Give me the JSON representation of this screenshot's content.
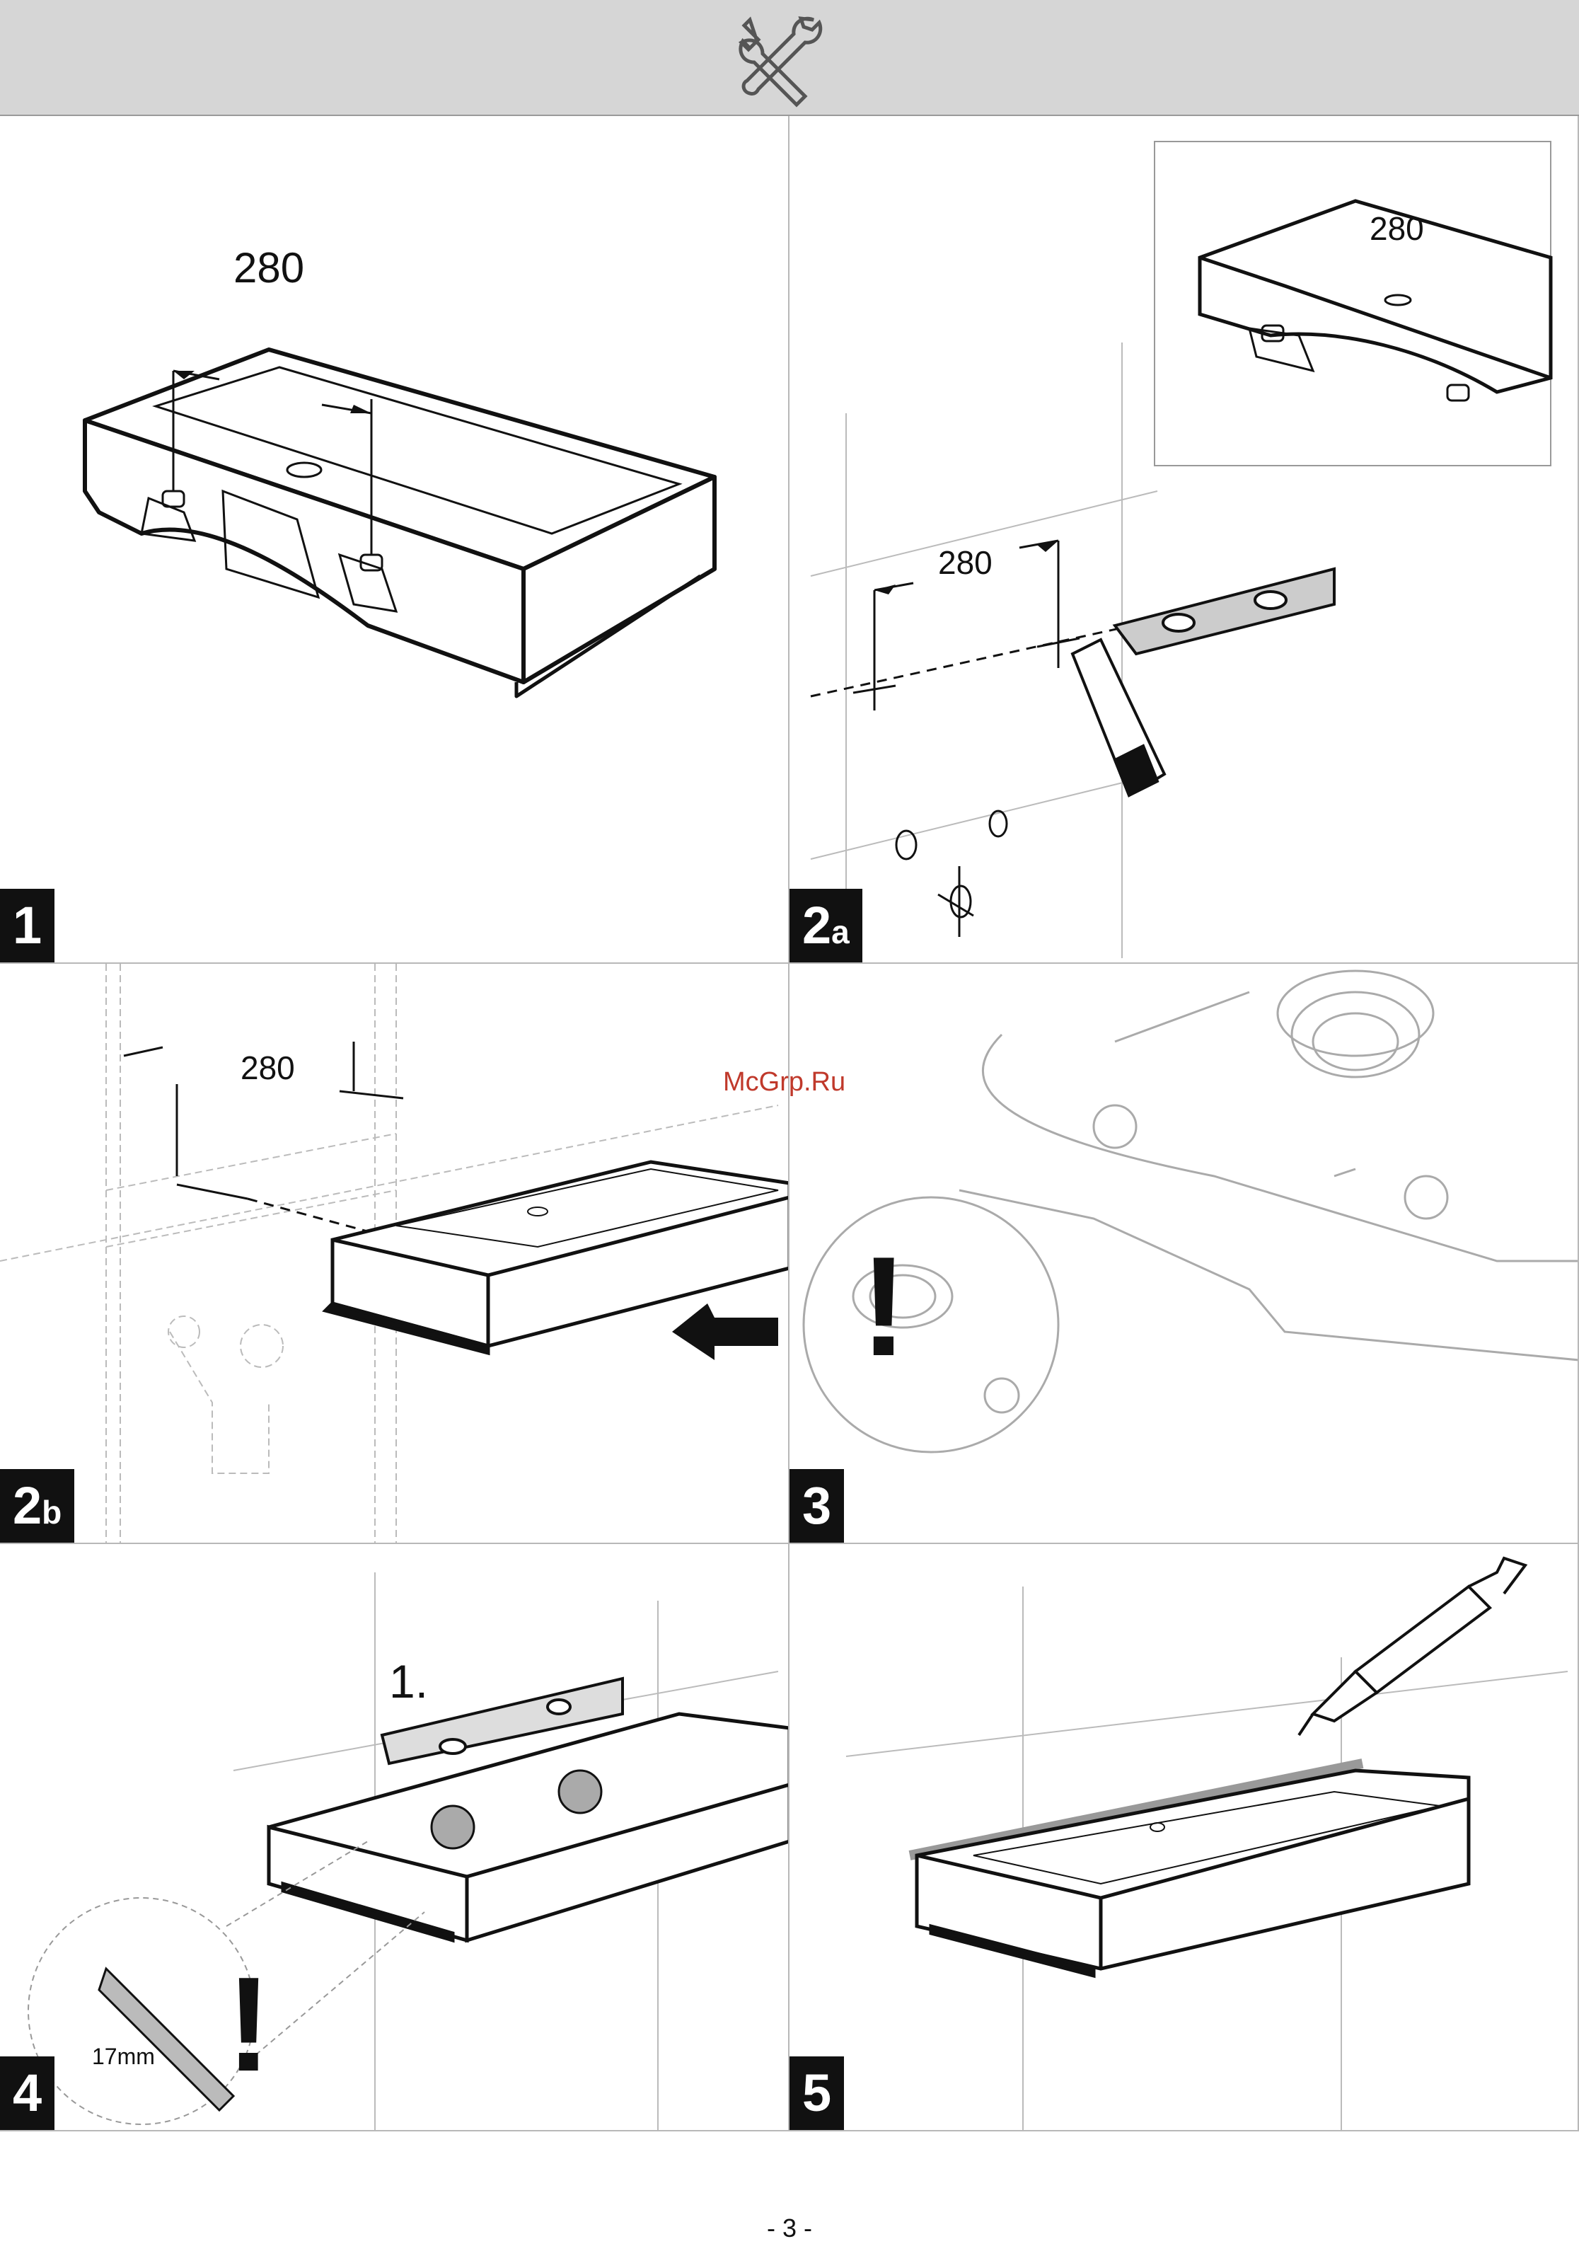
{
  "header": {
    "icon": "wrench-cross-icon"
  },
  "panels": [
    {
      "step": "1",
      "sub": "",
      "dimension": "280"
    },
    {
      "step": "2",
      "sub": "a",
      "dimension": "280",
      "inset_dimension": "280"
    },
    {
      "step": "2",
      "sub": "b",
      "dimension": "280"
    },
    {
      "step": "3",
      "sub": "",
      "mark": "!"
    },
    {
      "step": "4",
      "sub": "",
      "callout": "1.",
      "tool_size": "17mm",
      "mark": "!"
    },
    {
      "step": "5",
      "sub": ""
    }
  ],
  "watermark": "McGrp.Ru",
  "footer": {
    "page": "- 3 -"
  }
}
